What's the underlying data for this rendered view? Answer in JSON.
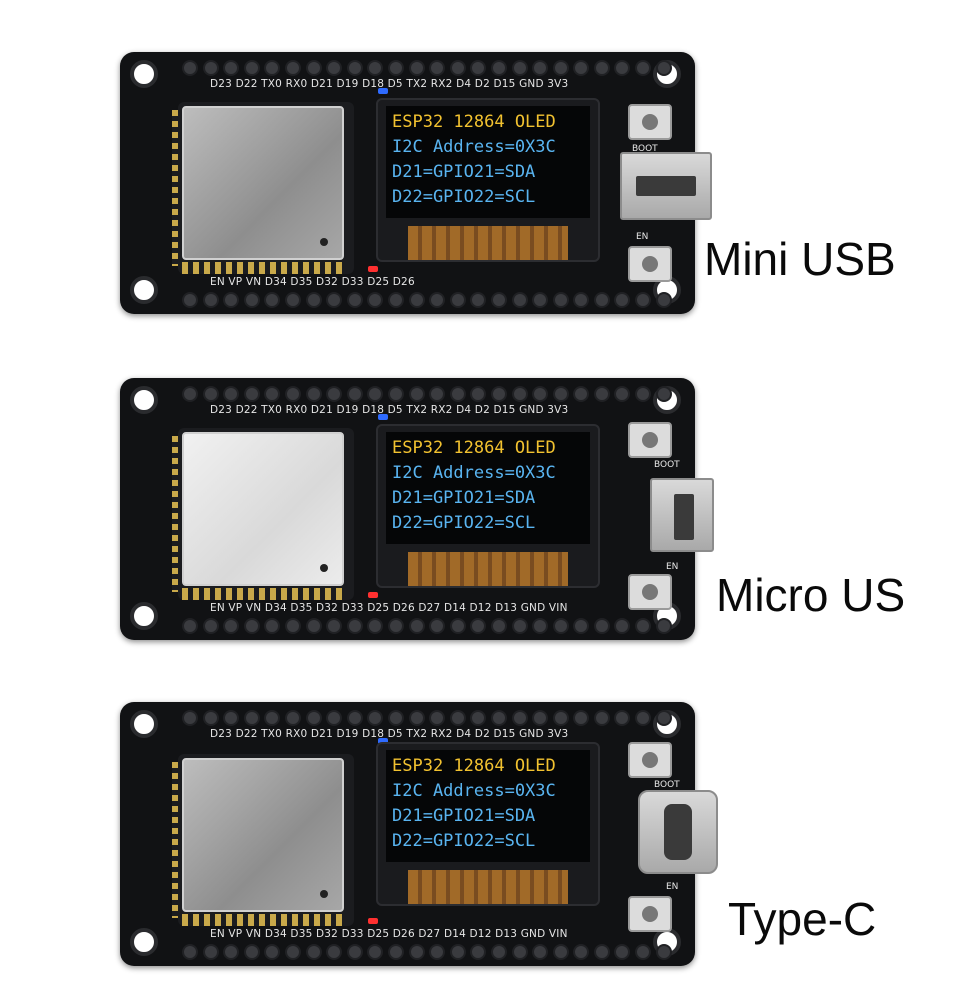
{
  "boards": [
    {
      "id": "mini",
      "top_pins": "D23 D22 TX0 RX0 D21 D19 D18  D5  TX2  RX2 D4  D2 D15 GND 3V3",
      "bottom_pins": "EN   VP  VN  D34 D35 D32 D33 D25 D26",
      "boot_label": "BOOT",
      "en_label": "EN",
      "oled_lines": [
        "ESP32 12864 OLED",
        "I2C Address=0X3C",
        "D21=GPIO21=SDA",
        "D22=GPIO22=SCL"
      ],
      "connector": "Mini USB"
    },
    {
      "id": "micro",
      "top_pins": "D23 D22 TX0 RX0 D21 D19 D18  D5  TX2  RX2 D4  D2 D15 GND 3V3",
      "bottom_pins": "EN   VP  VN  D34 D35 D32 D33 D25 D26 D27 D14 D12 D13 GND VIN",
      "boot_label": "BOOT",
      "en_label": "EN",
      "oled_lines": [
        "ESP32 12864 OLED",
        "I2C Address=0X3C",
        "D21=GPIO21=SDA",
        "D22=GPIO22=SCL"
      ],
      "connector": "Micro US"
    },
    {
      "id": "typec",
      "top_pins": "D23 D22 TX0 RX0 D21 D19 D18  D5  TX2  RX2 D4  D2 D15 GND 3V3",
      "bottom_pins": "EN   VP  VN  D34 D35 D32 D33 D25 D26 D27 D14 D12 D13 GND VIN",
      "boot_label": "BOOT",
      "en_label": "EN",
      "oled_lines": [
        "ESP32 12864 OLED",
        "I2C Address=0X3C",
        "D21=GPIO21=SDA",
        "D22=GPIO22=SCL"
      ],
      "connector": "Type-C"
    }
  ],
  "colors": {
    "oled_title": "#f2c230",
    "oled_text": "#59b4f0",
    "board": "#111214",
    "led_blue": "#2f6bff",
    "led_red": "#ff3030"
  }
}
